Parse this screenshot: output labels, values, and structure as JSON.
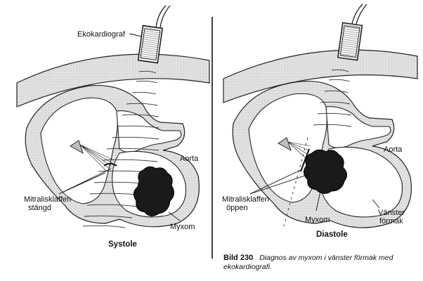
{
  "left_panel": {
    "title": "Systole",
    "labels": {
      "probe": "Ekokardiograf",
      "aorta": "Aorta",
      "valve_line1": "Mitralisklaffen",
      "valve_line2": "stängd",
      "myxoma": "Myxom"
    }
  },
  "right_panel": {
    "title": "Diastole",
    "labels": {
      "aorta": "Aorta",
      "valve_line1": "Mitralisklaffen",
      "valve_line2": "öppen",
      "myxoma": "Myxom",
      "atrium_line1": "Vänster",
      "atrium_line2": "förmak"
    }
  },
  "caption": {
    "number": "Bild 230",
    "line1": "Diagnos av myxom i vänster förmak med",
    "line2": "ekokardiografi."
  },
  "colors": {
    "wall_fill": "#dcdcdc",
    "ink": "#111111",
    "myxoma": "#1a1a1a"
  }
}
